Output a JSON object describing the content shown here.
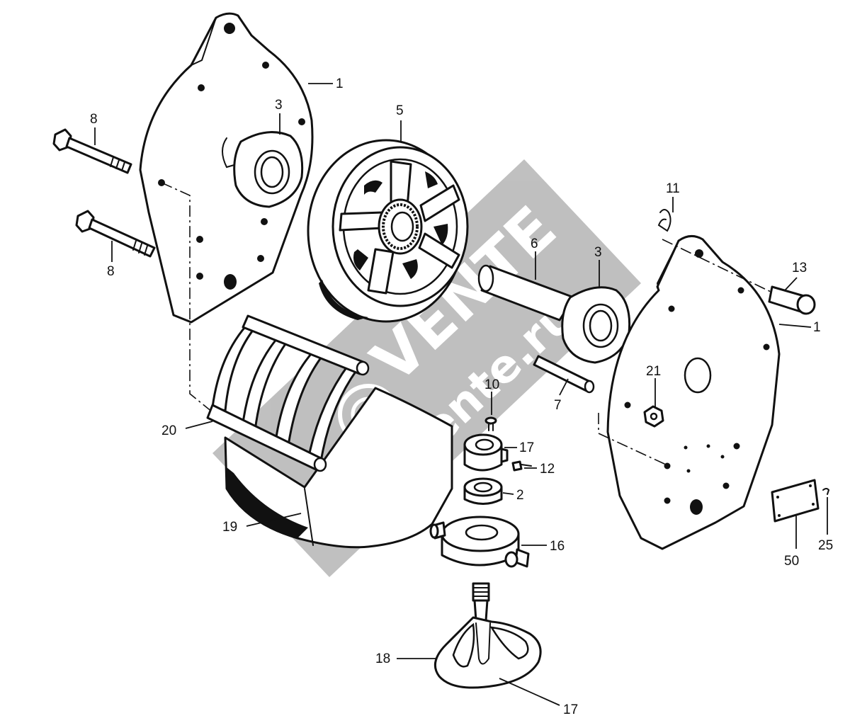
{
  "diagram": {
    "callouts": [
      {
        "id": "c-1a",
        "text": "1"
      },
      {
        "id": "c-3a",
        "text": "3"
      },
      {
        "id": "c-5",
        "text": "5"
      },
      {
        "id": "c-8a",
        "text": "8"
      },
      {
        "id": "c-8b",
        "text": "8"
      },
      {
        "id": "c-11",
        "text": "11"
      },
      {
        "id": "c-6",
        "text": "6"
      },
      {
        "id": "c-3b",
        "text": "3"
      },
      {
        "id": "c-13",
        "text": "13"
      },
      {
        "id": "c-1b",
        "text": "1"
      },
      {
        "id": "c-21",
        "text": "21"
      },
      {
        "id": "c-10",
        "text": "10"
      },
      {
        "id": "c-7",
        "text": "7"
      },
      {
        "id": "c-17a",
        "text": "17"
      },
      {
        "id": "c-12",
        "text": "12"
      },
      {
        "id": "c-2",
        "text": "2"
      },
      {
        "id": "c-20",
        "text": "20"
      },
      {
        "id": "c-16",
        "text": "16"
      },
      {
        "id": "c-19",
        "text": "19"
      },
      {
        "id": "c-50",
        "text": "50"
      },
      {
        "id": "c-25",
        "text": "25"
      },
      {
        "id": "c-18",
        "text": "18"
      },
      {
        "id": "c-17b",
        "text": "17"
      }
    ]
  },
  "watermark": {
    "line1": "VENTE",
    "line2": "movente.ru",
    "color": "#8c8c8c"
  },
  "colors": {
    "ink": "#111111",
    "background": "#ffffff"
  }
}
